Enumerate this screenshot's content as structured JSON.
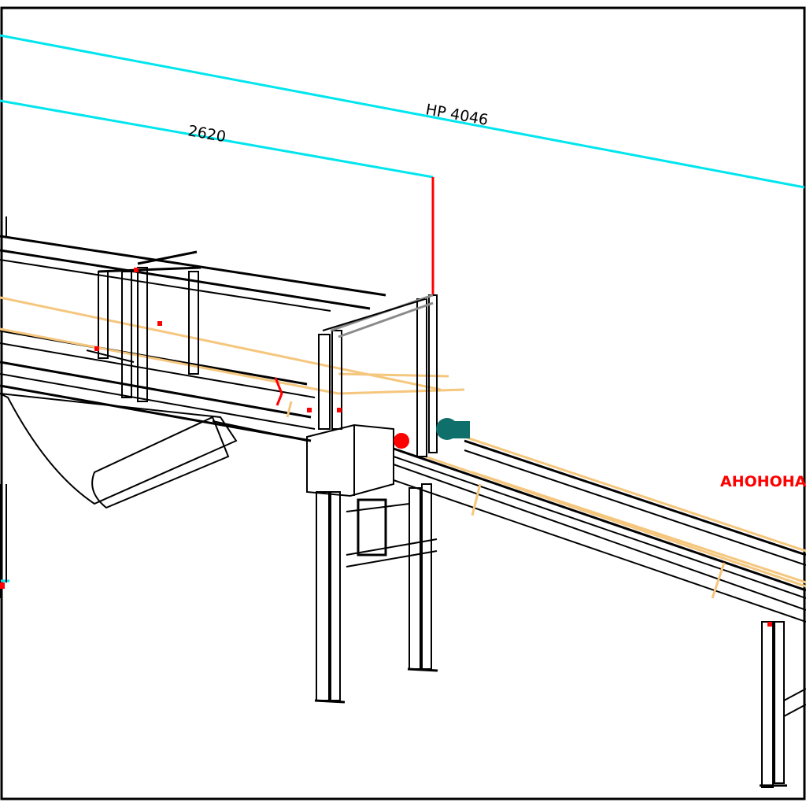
{
  "drawing": {
    "dimension_overall": "HP 4046",
    "dimension_partial": "2620",
    "red_annotation": "AHOHOHA",
    "colors": {
      "frame": "#000000",
      "dimension_lines": "#00e5ee",
      "annotation": "#ff0000",
      "belt": "#f5c77e",
      "motor": "#0f6f6a"
    }
  }
}
